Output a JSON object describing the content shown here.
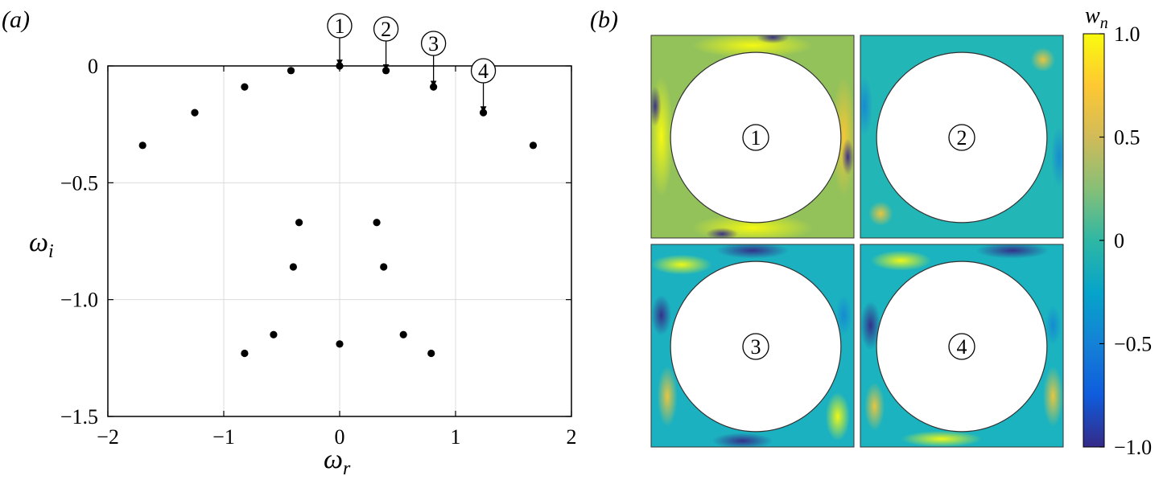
{
  "panels": {
    "a_label": "(a)",
    "b_label": "(b)"
  },
  "chart_data": [
    {
      "type": "scatter",
      "panel": "(a)",
      "xlabel": "ω",
      "xlabel_sub": "r",
      "ylabel": "ω",
      "ylabel_sub": "i",
      "xlim": [
        -2,
        2
      ],
      "ylim": [
        -1.5,
        0
      ],
      "grid": true,
      "xticks": [
        -2,
        -1,
        0,
        1,
        2
      ],
      "xtick_labels": [
        "−2",
        "−1",
        "0",
        "1",
        "2"
      ],
      "yticks": [
        0,
        -0.5,
        -1.0,
        -1.5
      ],
      "ytick_labels": [
        "0",
        "−0.5",
        "−1.0",
        "−1.5"
      ],
      "points": [
        {
          "x": -1.7,
          "y": -0.34
        },
        {
          "x": -1.25,
          "y": -0.2
        },
        {
          "x": -0.82,
          "y": -0.09
        },
        {
          "x": -0.42,
          "y": -0.02
        },
        {
          "x": 0.0,
          "y": 0.0
        },
        {
          "x": 0.4,
          "y": -0.02
        },
        {
          "x": 0.81,
          "y": -0.09
        },
        {
          "x": 1.24,
          "y": -0.2
        },
        {
          "x": 1.67,
          "y": -0.34
        },
        {
          "x": -0.35,
          "y": -0.67
        },
        {
          "x": 0.32,
          "y": -0.67
        },
        {
          "x": -0.4,
          "y": -0.86
        },
        {
          "x": 0.38,
          "y": -0.86
        },
        {
          "x": -0.57,
          "y": -1.15
        },
        {
          "x": 0.55,
          "y": -1.15
        },
        {
          "x": -0.82,
          "y": -1.23
        },
        {
          "x": 0.79,
          "y": -1.23
        },
        {
          "x": 0.0,
          "y": -1.19
        }
      ],
      "annotations": [
        {
          "label": "1",
          "x": 0.0,
          "y": 0.0
        },
        {
          "label": "2",
          "x": 0.4,
          "y": -0.02
        },
        {
          "label": "3",
          "x": 0.81,
          "y": -0.09
        },
        {
          "label": "4",
          "x": 1.24,
          "y": -0.2
        }
      ]
    },
    {
      "type": "heatmap",
      "panel": "(b)",
      "colorbar_label": "w",
      "colorbar_label_sub": "n",
      "colorbar_range": [
        -1.0,
        1.0
      ],
      "colorbar_ticks": [
        1.0,
        0.5,
        0,
        -0.5,
        -1.0
      ],
      "colorbar_tick_labels": [
        "1.0",
        "0.5",
        "0",
        "−0.5",
        "−1.0"
      ],
      "colormap": "parula",
      "colormap_stops": [
        "#352a87",
        "#0f5cdd",
        "#1481d6",
        "#06a4ca",
        "#2eb7a4",
        "#87bf77",
        "#d1bb59",
        "#fec832",
        "#f9fb0e"
      ],
      "tiles": [
        {
          "label": "1",
          "background": "#93c25b"
        },
        {
          "label": "2",
          "background": "#23b6b6"
        },
        {
          "label": "3",
          "background": "#1bb1c0"
        },
        {
          "label": "4",
          "background": "#1ab3bf"
        }
      ]
    }
  ]
}
